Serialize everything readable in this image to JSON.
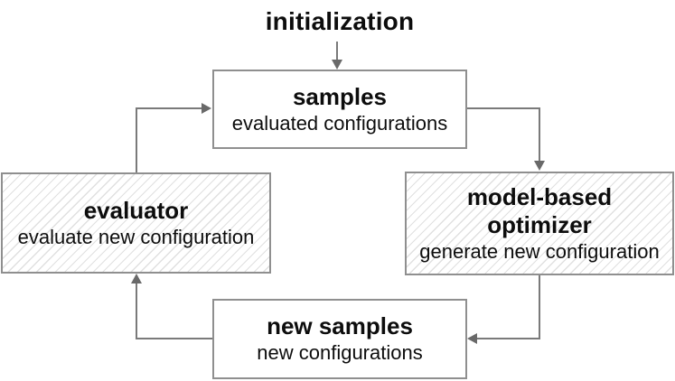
{
  "diagram": {
    "title": "initialization",
    "nodes": {
      "samples": {
        "title": "samples",
        "subtitle": "evaluated configurations"
      },
      "optimizer": {
        "title": "model-based optimizer",
        "subtitle": "generate new configuration"
      },
      "new_samples": {
        "title": "new samples",
        "subtitle": "new configurations"
      },
      "evaluator": {
        "title": "evaluator",
        "subtitle": "evaluate new configuration"
      }
    },
    "colors": {
      "box_border": "#8f8f8f",
      "connector": "#7a7a7a",
      "arrowhead": "#696969",
      "text": "#0d0d0d",
      "hatch_line": "#e0e0e0",
      "background": "#ffffff"
    }
  }
}
